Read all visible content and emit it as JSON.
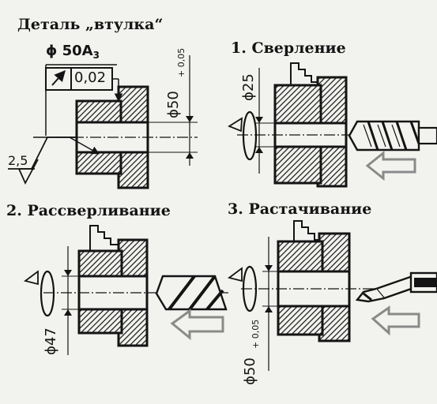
{
  "titles": {
    "part": "Деталь „втулка“",
    "op1": "1. Сверление",
    "op2": "2. Рассверливание",
    "op3": "3. Растачивание"
  },
  "dimensions": {
    "outer": "ϕ50",
    "outer_tol": "+ 0,05",
    "fit": "ϕ 50A",
    "fit_sub": "3",
    "runout": "0,02",
    "roughness": "2,5",
    "drill": "ϕ25",
    "redrill": "ϕ47",
    "bore": "ϕ50",
    "bore_tol": "+ 0,05"
  },
  "colors": {
    "ink": "#141414",
    "paper": "#f2f2ef",
    "arrow": "#8a8a8a"
  },
  "icons": [
    "rotation-arrow-icon",
    "feed-arrow-icon",
    "chuck-jaw-icon",
    "twist-drill-icon",
    "boring-tool-icon"
  ]
}
